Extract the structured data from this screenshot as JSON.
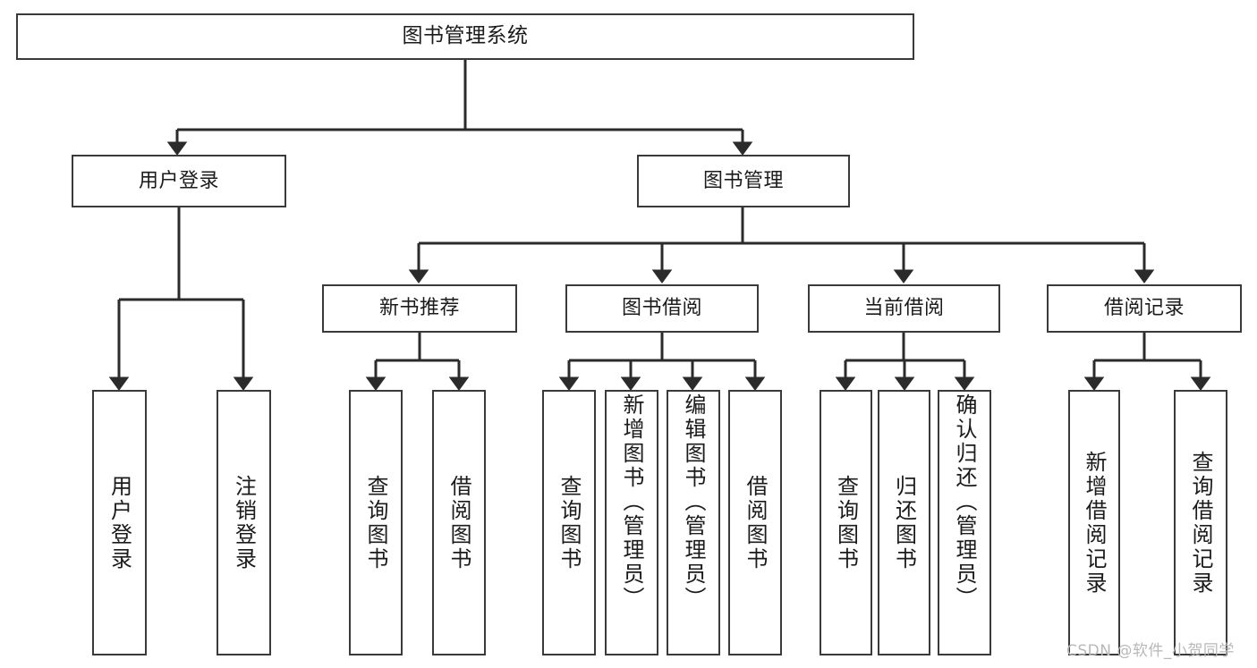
{
  "diagram": {
    "type": "tree",
    "title": "图书管理系统",
    "orientation": "top-down",
    "colors": {
      "box_border": "#3a3a3a",
      "box_fill": "#ffffff",
      "edge": "#2b2b2b",
      "text": "#1b1b1b",
      "watermark": "#b8b8b8"
    },
    "nodes": {
      "root": {
        "label": "图书管理系统",
        "level": 1,
        "orientation": "horizontal"
      },
      "user_login": {
        "label": "用户登录",
        "level": 2,
        "orientation": "horizontal"
      },
      "book_manage": {
        "label": "图书管理",
        "level": 2,
        "orientation": "horizontal"
      },
      "new_book_rec": {
        "label": "新书推荐",
        "level": 3,
        "orientation": "horizontal"
      },
      "book_borrow": {
        "label": "图书借阅",
        "level": 3,
        "orientation": "horizontal"
      },
      "current_borrow": {
        "label": "当前借阅",
        "level": 3,
        "orientation": "horizontal"
      },
      "borrow_record": {
        "label": "借阅记录",
        "level": 3,
        "orientation": "horizontal"
      },
      "leaf_user_login": {
        "label": "用户登录",
        "level": 4,
        "orientation": "vertical",
        "parent": "user_login"
      },
      "leaf_logout": {
        "label": "注销登录",
        "level": 4,
        "orientation": "vertical",
        "parent": "user_login"
      },
      "leaf_query_book_1": {
        "label": "查询图书",
        "level": 4,
        "orientation": "vertical",
        "parent": "new_book_rec"
      },
      "leaf_borrow_book_1": {
        "label": "借阅图书",
        "level": 4,
        "orientation": "vertical",
        "parent": "new_book_rec"
      },
      "leaf_query_book_2": {
        "label": "查询图书",
        "level": 4,
        "orientation": "vertical",
        "parent": "book_borrow"
      },
      "leaf_add_book": {
        "label": "新增图书（管理员）",
        "level": 4,
        "orientation": "vertical",
        "parent": "book_borrow"
      },
      "leaf_edit_book": {
        "label": "编辑图书（管理员）",
        "level": 4,
        "orientation": "vertical",
        "parent": "book_borrow"
      },
      "leaf_borrow_book_2": {
        "label": "借阅图书",
        "level": 4,
        "orientation": "vertical",
        "parent": "book_borrow"
      },
      "leaf_query_book_3": {
        "label": "查询图书",
        "level": 4,
        "orientation": "vertical",
        "parent": "current_borrow"
      },
      "leaf_return_book": {
        "label": "归还图书",
        "level": 4,
        "orientation": "vertical",
        "parent": "current_borrow"
      },
      "leaf_confirm_return": {
        "label": "确认归还（管理员）",
        "level": 4,
        "orientation": "vertical",
        "parent": "current_borrow"
      },
      "leaf_add_record": {
        "label": "新增借阅记录",
        "level": 4,
        "orientation": "vertical",
        "parent": "borrow_record"
      },
      "leaf_query_record": {
        "label": "查询借阅记录",
        "level": 4,
        "orientation": "vertical",
        "parent": "borrow_record"
      }
    },
    "edges": [
      {
        "from": "root",
        "to": "user_login"
      },
      {
        "from": "root",
        "to": "book_manage"
      },
      {
        "from": "book_manage",
        "to": "new_book_rec"
      },
      {
        "from": "book_manage",
        "to": "book_borrow"
      },
      {
        "from": "book_manage",
        "to": "current_borrow"
      },
      {
        "from": "book_manage",
        "to": "borrow_record"
      },
      {
        "from": "user_login",
        "to": "leaf_user_login"
      },
      {
        "from": "user_login",
        "to": "leaf_logout"
      },
      {
        "from": "new_book_rec",
        "to": "leaf_query_book_1"
      },
      {
        "from": "new_book_rec",
        "to": "leaf_borrow_book_1"
      },
      {
        "from": "book_borrow",
        "to": "leaf_query_book_2"
      },
      {
        "from": "book_borrow",
        "to": "leaf_add_book"
      },
      {
        "from": "book_borrow",
        "to": "leaf_edit_book"
      },
      {
        "from": "book_borrow",
        "to": "leaf_borrow_book_2"
      },
      {
        "from": "current_borrow",
        "to": "leaf_query_book_3"
      },
      {
        "from": "current_borrow",
        "to": "leaf_return_book"
      },
      {
        "from": "current_borrow",
        "to": "leaf_confirm_return"
      },
      {
        "from": "borrow_record",
        "to": "leaf_add_record"
      },
      {
        "from": "borrow_record",
        "to": "leaf_query_record"
      }
    ]
  },
  "watermark": {
    "text": "CSDN @软件_小贺同学"
  }
}
